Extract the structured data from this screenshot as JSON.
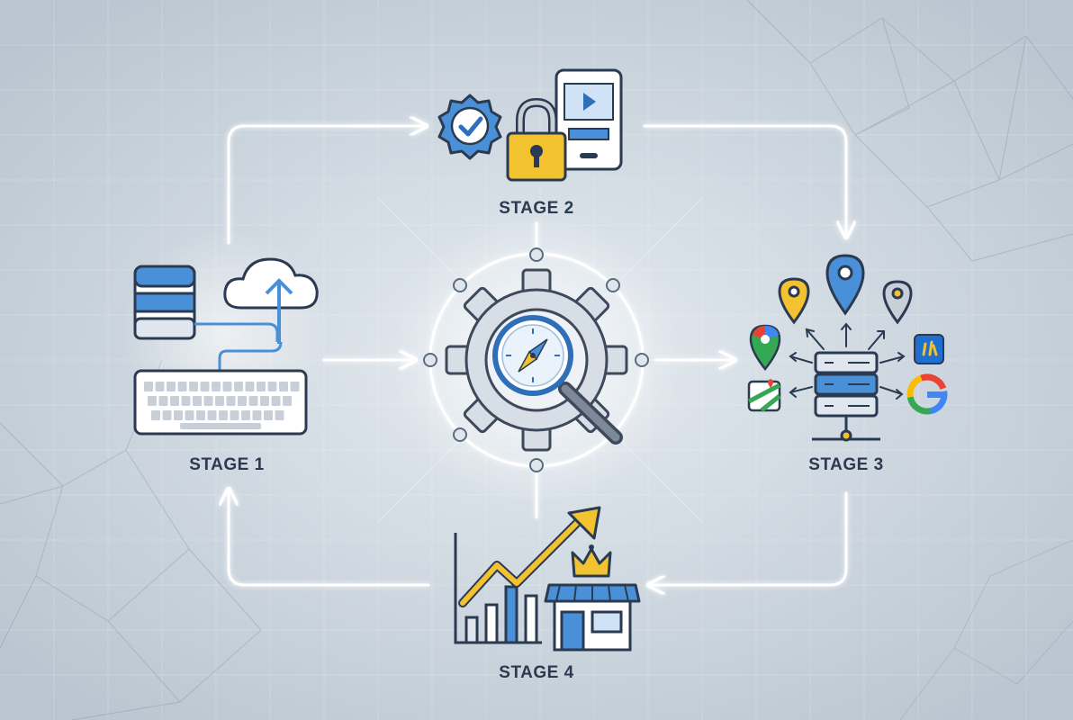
{
  "stages": {
    "stage1": {
      "label": "STAGE 1",
      "icons": [
        "database-icon",
        "cloud-upload-icon",
        "keyboard-icon"
      ]
    },
    "stage2": {
      "label": "STAGE 2",
      "icons": [
        "verified-badge-icon",
        "padlock-icon",
        "mobile-video-icon"
      ]
    },
    "stage3": {
      "label": "STAGE 3",
      "icons": [
        "map-pin-icon",
        "server-icon",
        "google-maps-icon",
        "google-icon",
        "app-icon"
      ]
    },
    "stage4": {
      "label": "STAGE 4",
      "icons": [
        "growth-chart-icon",
        "storefront-icon",
        "crown-icon"
      ]
    }
  },
  "center": {
    "icons": [
      "gear-icon",
      "compass-icon",
      "magnifier-icon"
    ]
  },
  "colors": {
    "background": "#c9d3dc",
    "ink": "#2a3a50",
    "accent_blue": "#4a90d9",
    "accent_yellow": "#f2c230",
    "glow": "#ffffff"
  }
}
